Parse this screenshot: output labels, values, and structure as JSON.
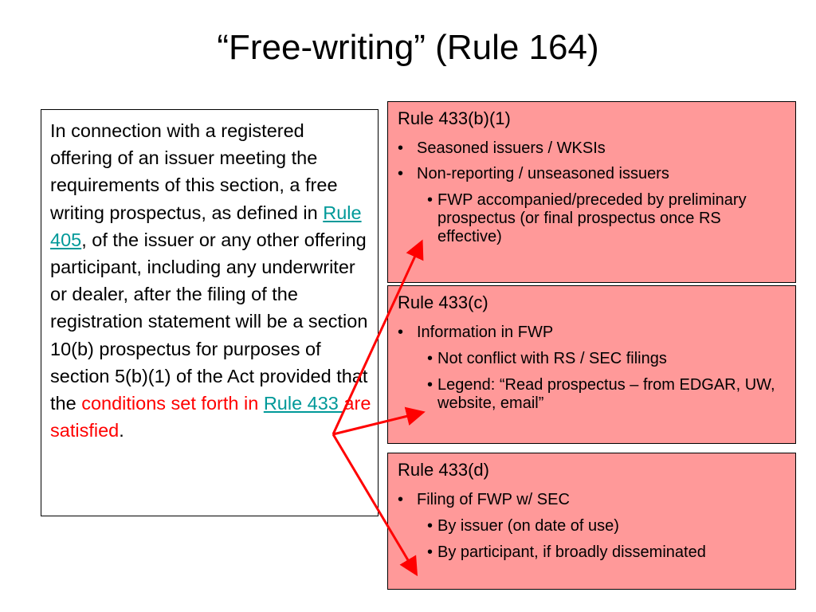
{
  "title": "“Free-writing” (Rule 164)",
  "left_box": {
    "text_before_link1": "In connection with a registered offering of an issuer meeting the requirements of this section, a free writing prospectus, as defined in ",
    "link1": "Rule 405",
    "text_after_link1": ", of the issuer or any other offering participant, including any underwriter or dealer, after the filing of the registration statement will be a section 10(b) prospectus for purposes of section 5(b)(1) of the Act provided that the ",
    "red_text_1": "conditions set forth in ",
    "link2": "Rule 433 ",
    "red_text_2": "are satisfied",
    "end_text": "."
  },
  "boxes": [
    {
      "heading": "Rule 433(b)(1)",
      "items": [
        {
          "text": "Seasoned issuers / WKSIs",
          "sub": []
        },
        {
          "text": "Non-reporting / unseasoned issuers",
          "sub": [
            "FWP accompanied/preceded by preliminary prospectus (or final prospectus once RS effective)"
          ]
        }
      ]
    },
    {
      "heading": "Rule 433(c)",
      "items": [
        {
          "text": "Information in FWP",
          "sub": [
            "Not conflict with RS / SEC filings",
            "Legend:  “Read prospectus – from EDGAR, UW, website, email”"
          ]
        }
      ]
    },
    {
      "heading": "Rule 433(d)",
      "items": [
        {
          "text": "Filing of FWP w/ SEC",
          "sub": [
            "By issuer (on date of use)",
            "By participant, if broadly disseminated"
          ]
        }
      ]
    }
  ],
  "colors": {
    "box_fill": "#ff9999",
    "arrow": "#ff0000",
    "link": "#009999",
    "emphasis": "#ff0000"
  }
}
